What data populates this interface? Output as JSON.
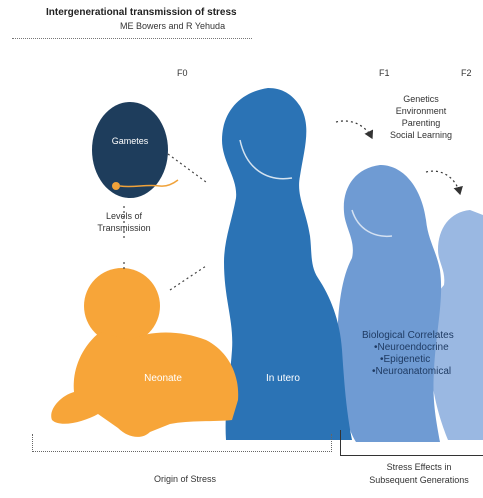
{
  "header": {
    "title": "Intergenerational transmission of stress",
    "authors": "ME Bowers and R Yehuda"
  },
  "generations": [
    "F0",
    "F1",
    "F2"
  ],
  "nodes": {
    "gametes": "Gametes",
    "neonate": "Neonate",
    "in_utero": "In utero",
    "levels_of_transmission": [
      "Levels of",
      "Transmission"
    ]
  },
  "factors": [
    "Genetics",
    "Environment",
    "Parenting",
    "Social Learning"
  ],
  "biological": {
    "heading": "Biological Correlates",
    "items": [
      "Neuroendocrine",
      "Epigenetic",
      "Neuroanatomical"
    ]
  },
  "footer": {
    "origin": "Origin of Stress",
    "effects": [
      "Stress Effects in",
      "Subsequent Generations"
    ]
  },
  "colors": {
    "egg": "#1e3d5c",
    "baby": "#f7a539",
    "mother": "#2b73b5",
    "f1": "#6f9bd3",
    "f2": "#9ab8e2",
    "sperm": "#f0a23a"
  }
}
